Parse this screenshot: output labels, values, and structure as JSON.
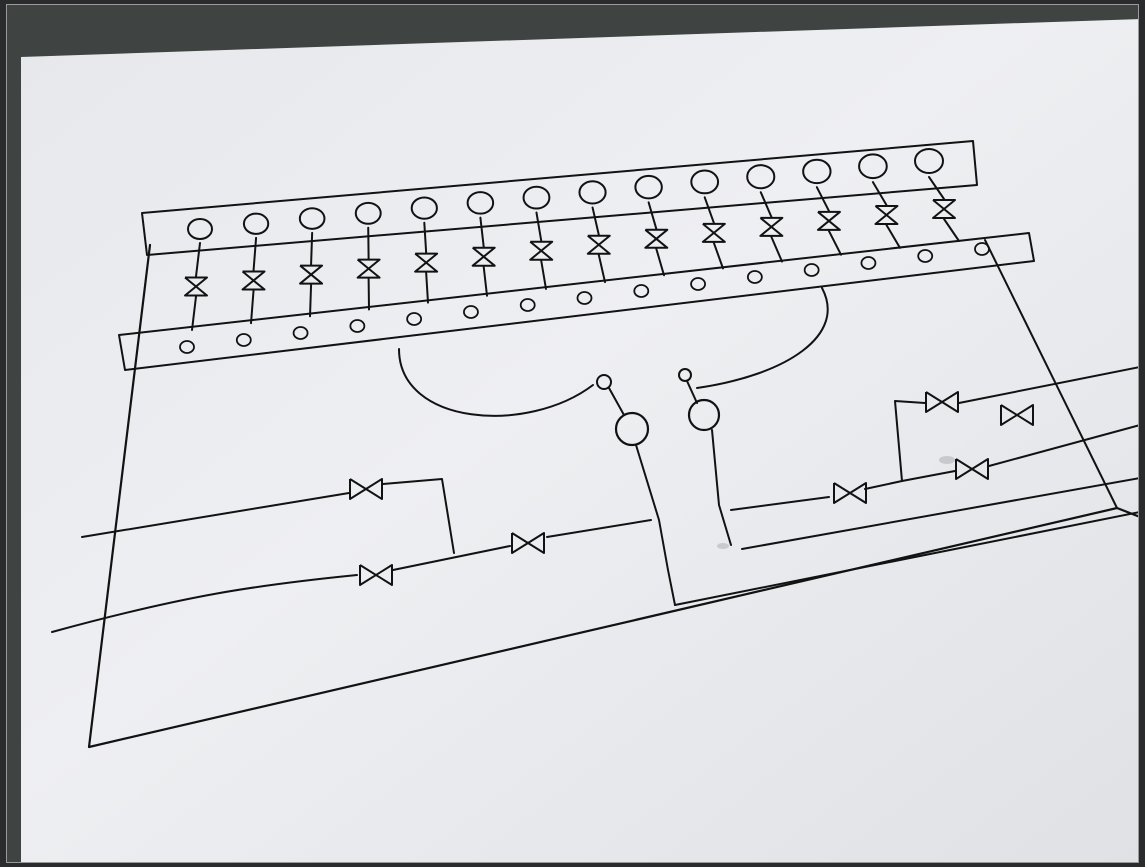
{
  "photo": {
    "subject": "",
    "colors": {
      "desk": "#3f4442",
      "paper": "#ecedf0",
      "paper_shadow": "#d9dbdf",
      "ink": "#121212"
    }
  },
  "diagram": {
    "upper_header_ports": 14,
    "upper_rail_valves": 14,
    "lower_header_ports": 15,
    "loop_valves": 7,
    "vessels": 2
  }
}
